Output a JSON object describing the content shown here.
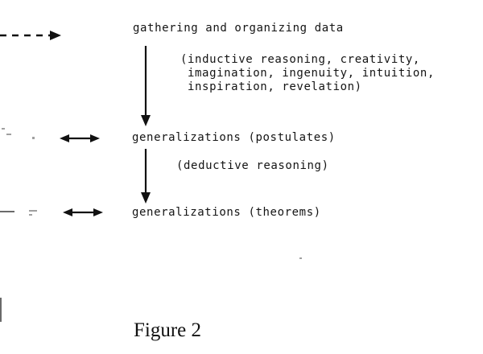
{
  "diagram": {
    "node_data": "gathering and organizing data",
    "note_inductive": [
      "(inductive reasoning, creativity,",
      "imagination, ingenuity, intuition,",
      "inspiration, revelation)"
    ],
    "node_postulates": "generalizations (postulates)",
    "note_deductive": "(deductive reasoning)",
    "node_theorems": "generalizations (theorems)"
  },
  "caption": "Figure 2"
}
